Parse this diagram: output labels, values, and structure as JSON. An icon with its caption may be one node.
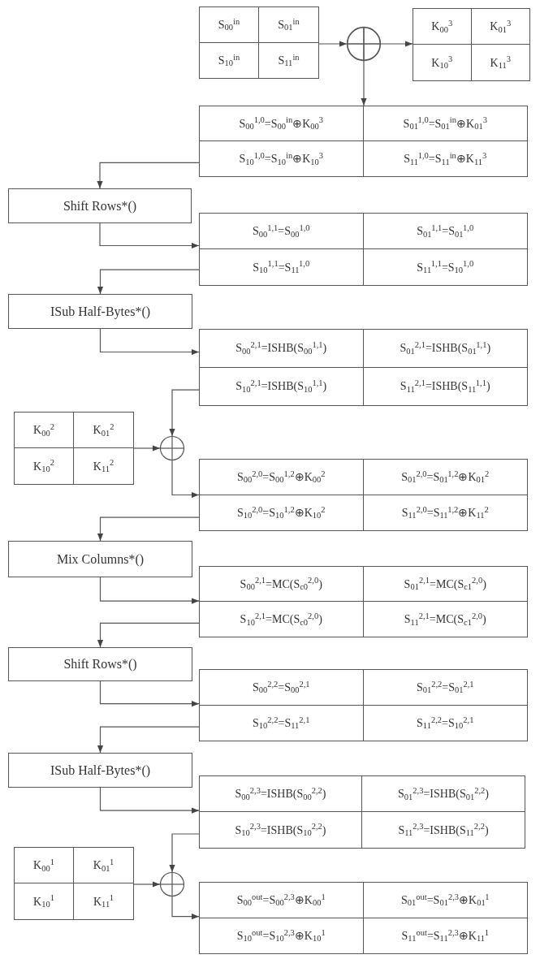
{
  "diagram": {
    "nodes": [
      {
        "text": [],
        "shape": "box"
      },
      {
        "text": [
          "S$_{00}$$^{in}$"
        ],
        "in": 0
      },
      {
        "text": [
          "S$_{01}$$^{in}$"
        ],
        "in": 0
      },
      {
        "text": [
          "S$_{10}$$^{in}$"
        ],
        "in": 0
      },
      {
        "text": [
          "S$_{11}$$^{in}$"
        ],
        "in": 0
      },
      {
        "text": [],
        "shape": "circle"
      },
      {
        "text": [],
        "shape": "box"
      },
      {
        "text": [
          "K$_{00}$$^{3}$"
        ],
        "in": 6
      },
      {
        "text": [
          "K$_{01}$$^{3}$"
        ],
        "in": 6
      },
      {
        "text": [
          "K$_{10}$$^{3}$"
        ],
        "in": 6
      },
      {
        "text": [
          "K$_{11}$$^{3}$"
        ],
        "in": 6
      },
      {
        "text": [],
        "shape": "box"
      },
      {
        "text": [
          "S$_{00}$$^{1,0}$=S$_{00}$$^{in}$⊕K$_{00}$$^{3}$"
        ],
        "in": 11
      },
      {
        "text": [
          "S$_{01}$$^{1,0}$=S$_{01}$$^{in}$⊕K$_{01}$$^{3}$"
        ],
        "in": 11
      },
      {
        "text": [
          "S$_{10}$$^{1,0}$=S$_{10}$$^{in}$⊕K$_{10}$$^{3}$"
        ],
        "in": 11
      },
      {
        "text": [
          "S$_{11}$$^{1,0}$=S$_{11}$$^{in}$⊕K$_{11}$$^{3}$"
        ],
        "in": 11
      },
      {
        "text": [
          "Shift Rows*()"
        ]
      },
      {
        "text": [],
        "shape": "box"
      },
      {
        "text": [
          "S$_{00}$$^{1,1}$=S$_{00}$$^{1,0}$"
        ],
        "in": 17
      },
      {
        "text": [
          "S$_{01}$$^{1,1}$=S$_{01}$$^{1,0}$"
        ],
        "in": 17
      },
      {
        "text": [
          "S$_{10}$$^{1,1}$=S$_{11}$$^{1,0}$"
        ],
        "in": 17
      },
      {
        "text": [
          "S$_{11}$$^{1,1}$=S$_{10}$$^{1,0}$"
        ],
        "in": 17
      },
      {
        "text": [
          "ISub Half-Bytes*()"
        ]
      },
      {
        "text": [],
        "shape": "box"
      },
      {
        "text": [
          "S$_{00}$$^{2,1}$=ISHB(S$_{00}$$^{1,1}$)"
        ],
        "in": 23
      },
      {
        "text": [
          "S$_{01}$$^{2,1}$=ISHB(S$_{01}$$^{1,1}$)"
        ],
        "in": 23
      },
      {
        "text": [
          "S$_{10}$$^{2,1}$=ISHB(S$_{10}$$^{1,1}$)"
        ],
        "in": 23
      },
      {
        "text": [
          "S$_{11}$$^{2,1}$=ISHB(S$_{11}$$^{1,1}$)"
        ],
        "in": 23
      },
      {
        "text": [],
        "shape": "box"
      },
      {
        "text": [
          "K$_{00}$$^{2}$"
        ],
        "in": 28
      },
      {
        "text": [
          "K$_{01}$$^{2}$"
        ],
        "in": 28
      },
      {
        "text": [
          "K$_{10}$$^{2}$"
        ],
        "in": 28
      },
      {
        "text": [
          "K$_{11}$$^{2}$"
        ],
        "in": 28
      },
      {
        "text": [],
        "shape": "circle"
      },
      {
        "text": [],
        "shape": "box"
      },
      {
        "text": [
          "S$_{00}$$^{2,0}$=S$_{00}$$^{1,2}$⊕K$_{00}$$^{2}$"
        ],
        "in": 34
      },
      {
        "text": [
          "S$_{01}$$^{2,0}$=S$_{01}$$^{1,2}$⊕K$_{01}$$^{2}$"
        ],
        "in": 34
      },
      {
        "text": [
          "S$_{10}$$^{2,0}$=S$_{10}$$^{1,2}$⊕K$_{10}$$^{2}$"
        ],
        "in": 34
      },
      {
        "text": [
          "S$_{11}$$^{2,0}$=S$_{11}$$^{1,2}$⊕K$_{11}$$^{2}$"
        ],
        "in": 34
      },
      {
        "text": [
          "Mix Columns*()"
        ]
      },
      {
        "text": [],
        "shape": "box"
      },
      {
        "text": [
          "S$_{00}$$^{2,1}$=MC(S$_{c0}$$^{2,0}$)"
        ],
        "in": 40
      },
      {
        "text": [
          "S$_{01}$$^{2,1}$=MC(S$_{c1}$$^{2,0}$)"
        ],
        "in": 40
      },
      {
        "text": [
          "S$_{10}$$^{2,1}$=MC(S$_{c0}$$^{2,0}$)"
        ],
        "in": 40
      },
      {
        "text": [
          "S$_{11}$$^{2,1}$=MC(S$_{c1}$$^{2,0}$)"
        ],
        "in": 40
      },
      {
        "text": [
          "Shift Rows*()"
        ]
      },
      {
        "text": [],
        "shape": "box"
      },
      {
        "text": [
          "S$_{00}$$^{2,2}$=S$_{00}$$^{2,1}$"
        ],
        "in": 46
      },
      {
        "text": [
          "S$_{01}$$^{2,2}$=S$_{01}$$^{2,1}$"
        ],
        "in": 46
      },
      {
        "text": [
          "S$_{10}$$^{2,2}$=S$_{11}$$^{2,1}$"
        ],
        "in": 46
      },
      {
        "text": [
          "S$_{11}$$^{2,2}$=S$_{10}$$^{2,1}$"
        ],
        "in": 46
      },
      {
        "text": [
          "ISub Half-Bytes*()"
        ]
      },
      {
        "text": [],
        "shape": "box"
      },
      {
        "text": [
          "S$_{00}$$^{2,3}$=ISHB(S$_{00}$$^{2,2}$)"
        ],
        "in": 52
      },
      {
        "text": [
          "S$_{01}$$^{2,3}$=ISHB(S$_{01}$$^{2,2}$)"
        ],
        "in": 52
      },
      {
        "text": [
          "S$_{10}$$^{2,3}$=ISHB(S$_{10}$$^{2,2}$)"
        ],
        "in": 52
      },
      {
        "text": [
          "S$_{11}$$^{2,3}$=ISHB(S$_{11}$$^{2,2}$)"
        ],
        "in": 52
      },
      {
        "text": [],
        "shape": "box"
      },
      {
        "text": [
          "K$_{00}$$^{1}$"
        ],
        "in": 57
      },
      {
        "text": [
          "K$_{01}$$^{1}$"
        ],
        "in": 57
      },
      {
        "text": [
          "K$_{10}$$^{1}$"
        ],
        "in": 57
      },
      {
        "text": [
          "K$_{11}$$^{1}$"
        ],
        "in": 57
      },
      {
        "text": [],
        "shape": "circle"
      },
      {
        "text": [],
        "shape": "box"
      },
      {
        "text": [
          "S$_{00}$$^{out}$=S$_{00}$$^{2,3}$⊕K$_{00}$$^{1}$"
        ],
        "in": 63
      },
      {
        "text": [
          "S$_{01}$$^{out}$=S$_{01}$$^{2,3}$⊕K$_{01}$$^{1}$"
        ],
        "in": 63
      },
      {
        "text": [
          "S$_{10}$$^{out}$=S$_{10}$$^{2,3}$⊕K$_{10}$$^{1}$"
        ],
        "in": 63
      },
      {
        "text": [
          "S$_{11}$$^{out}$=S$_{11}$$^{2,3}$⊕K$_{11}$$^{1}$"
        ],
        "in": 63
      }
    ],
    "edges": [
      {
        "from": 0,
        "to": 5,
        "arrow": "to"
      },
      {
        "from": 5,
        "to": 6,
        "arrow": "to"
      },
      {
        "from": 5,
        "to": 11,
        "arrow": "to"
      },
      {
        "from": 11,
        "to": 16,
        "arrow": "to"
      },
      {
        "from": 16,
        "to": 17,
        "arrow": "to"
      },
      {
        "from": 17,
        "to": 22,
        "arrow": "to"
      },
      {
        "from": 22,
        "to": 23,
        "arrow": "to"
      },
      {
        "from": 23,
        "to": 33,
        "arrow": "to"
      },
      {
        "from": 28,
        "to": 33,
        "arrow": "to"
      },
      {
        "from": 33,
        "to": 34,
        "arrow": "to"
      },
      {
        "from": 34,
        "to": 39,
        "arrow": "to"
      },
      {
        "from": 39,
        "to": 40,
        "arrow": "to"
      },
      {
        "from": 40,
        "to": 45,
        "arrow": "to"
      },
      {
        "from": 45,
        "to": 46,
        "arrow": "to"
      },
      {
        "from": 46,
        "to": 51,
        "arrow": "to"
      },
      {
        "from": 51,
        "to": 52,
        "arrow": "to"
      },
      {
        "from": 52,
        "to": 62,
        "arrow": "to"
      },
      {
        "from": 57,
        "to": 62,
        "arrow": "to"
      },
      {
        "from": 62,
        "to": 63,
        "arrow": "to"
      }
    ]
  }
}
